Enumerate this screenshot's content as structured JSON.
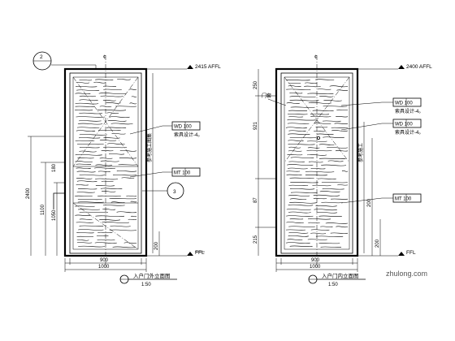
{
  "left_elevation": {
    "section_marker": "2",
    "level_top": "2415 AFFL",
    "level_bottom": "FFL",
    "material_tags": [
      "WD 100",
      "MT 100"
    ],
    "tag_note": "索具设计-4。",
    "dimensions": {
      "vertical_outer": "2400",
      "vertical_mid": "1100",
      "vertical_inner": "1050",
      "vertical_small": "180",
      "right_note": "参考施工图集",
      "right_bottom": "200",
      "width_inner": "900",
      "width_outer": "1000"
    },
    "detail_marker": "3",
    "caption": "入户门外立面图",
    "scale": "1:50"
  },
  "right_elevation": {
    "level_top": "2400 AFFL",
    "level_bottom": "FFL",
    "left_label": "门套",
    "material_tags": [
      "WD 100",
      "WD 100",
      "MT 100"
    ],
    "tag_note": "索具设计-4。",
    "dimensions": {
      "left_top": "250",
      "left_upper": "921",
      "left_lower": "87",
      "left_bottom": "215",
      "right_note": "参考施工",
      "right_small": "200",
      "right_bottom": "200",
      "width_inner": "900",
      "width_outer": "1000"
    },
    "caption": "入户门内立面图",
    "scale": "1:50"
  },
  "watermark": "zhulong.com"
}
